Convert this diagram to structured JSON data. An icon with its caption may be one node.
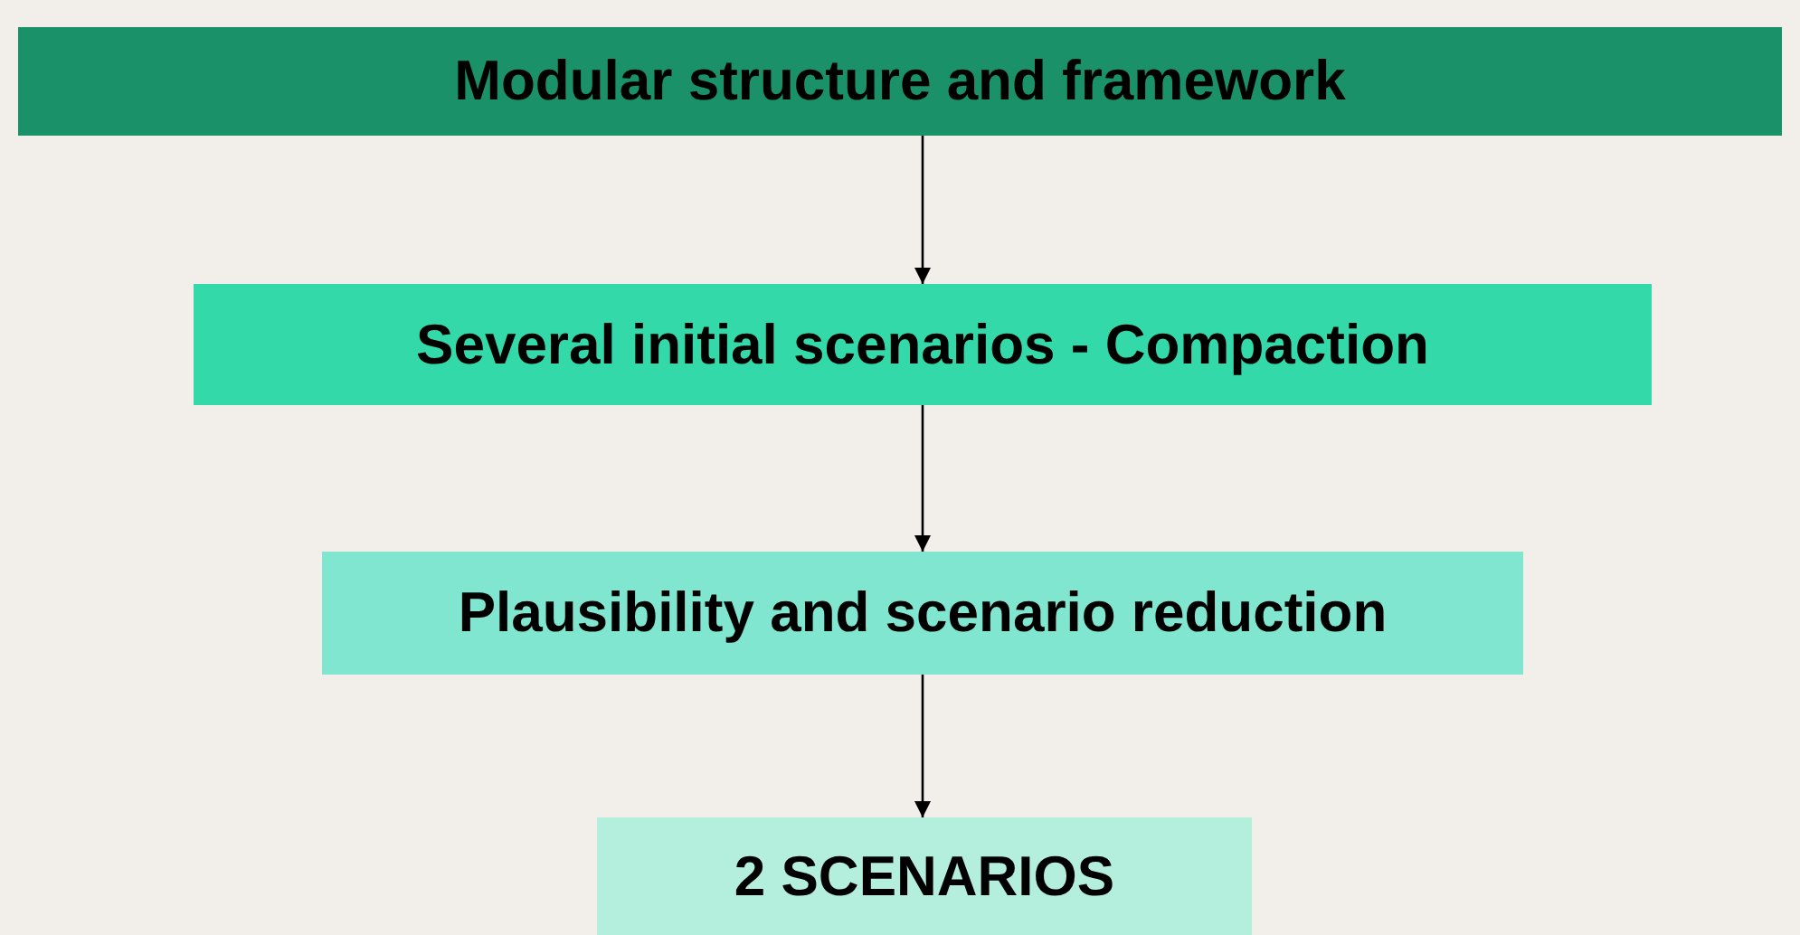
{
  "diagram": {
    "nodes": [
      {
        "text": [
          "Modular structure and framework"
        ]
      },
      {
        "text": [
          "Several initial scenarios - Compaction"
        ]
      },
      {
        "text": [
          "Plausibility and scenario reduction"
        ]
      },
      {
        "text": [
          "2 SCENARIOS"
        ]
      }
    ],
    "edges": [
      {
        "from": 0,
        "to": 1,
        "arrow": "to"
      },
      {
        "from": 1,
        "to": 2,
        "arrow": "to"
      },
      {
        "from": 2,
        "to": 3,
        "arrow": "to"
      }
    ]
  }
}
